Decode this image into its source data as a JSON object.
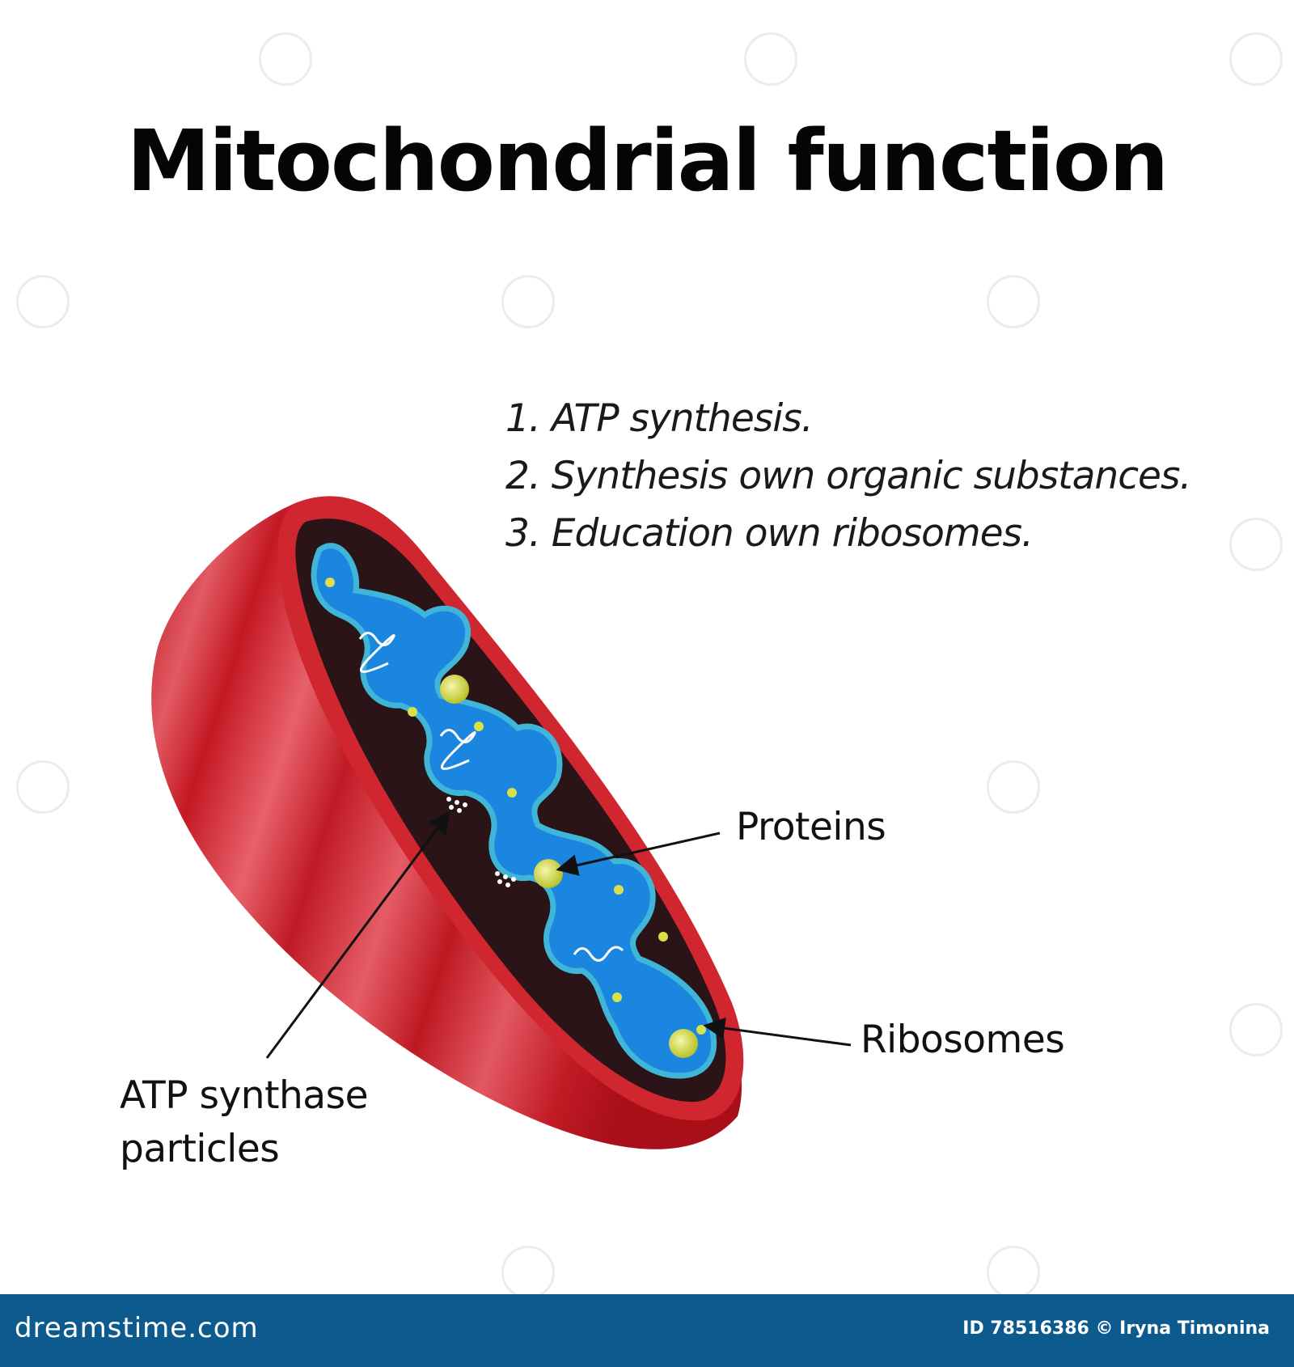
{
  "title": "Mitochondrial function",
  "functions": [
    "1. ATP synthesis.",
    "2. Synthesis own organic substances.",
    "3. Education own ribosomes."
  ],
  "labels": {
    "proteins": "Proteins",
    "ribosomes": "Ribosomes",
    "atp_line1": "ATP synthase",
    "atp_line2": "particles"
  },
  "footer": {
    "brand": "dreamstime.com",
    "credit": "ID 78516386 © Iryna Timonina"
  },
  "colors": {
    "outer_membrane": "#c8232c",
    "intermembrane": "#2a1418",
    "matrix": "#1a86e0",
    "granule": "#d8e04a",
    "footer": "#0d5a8f"
  }
}
